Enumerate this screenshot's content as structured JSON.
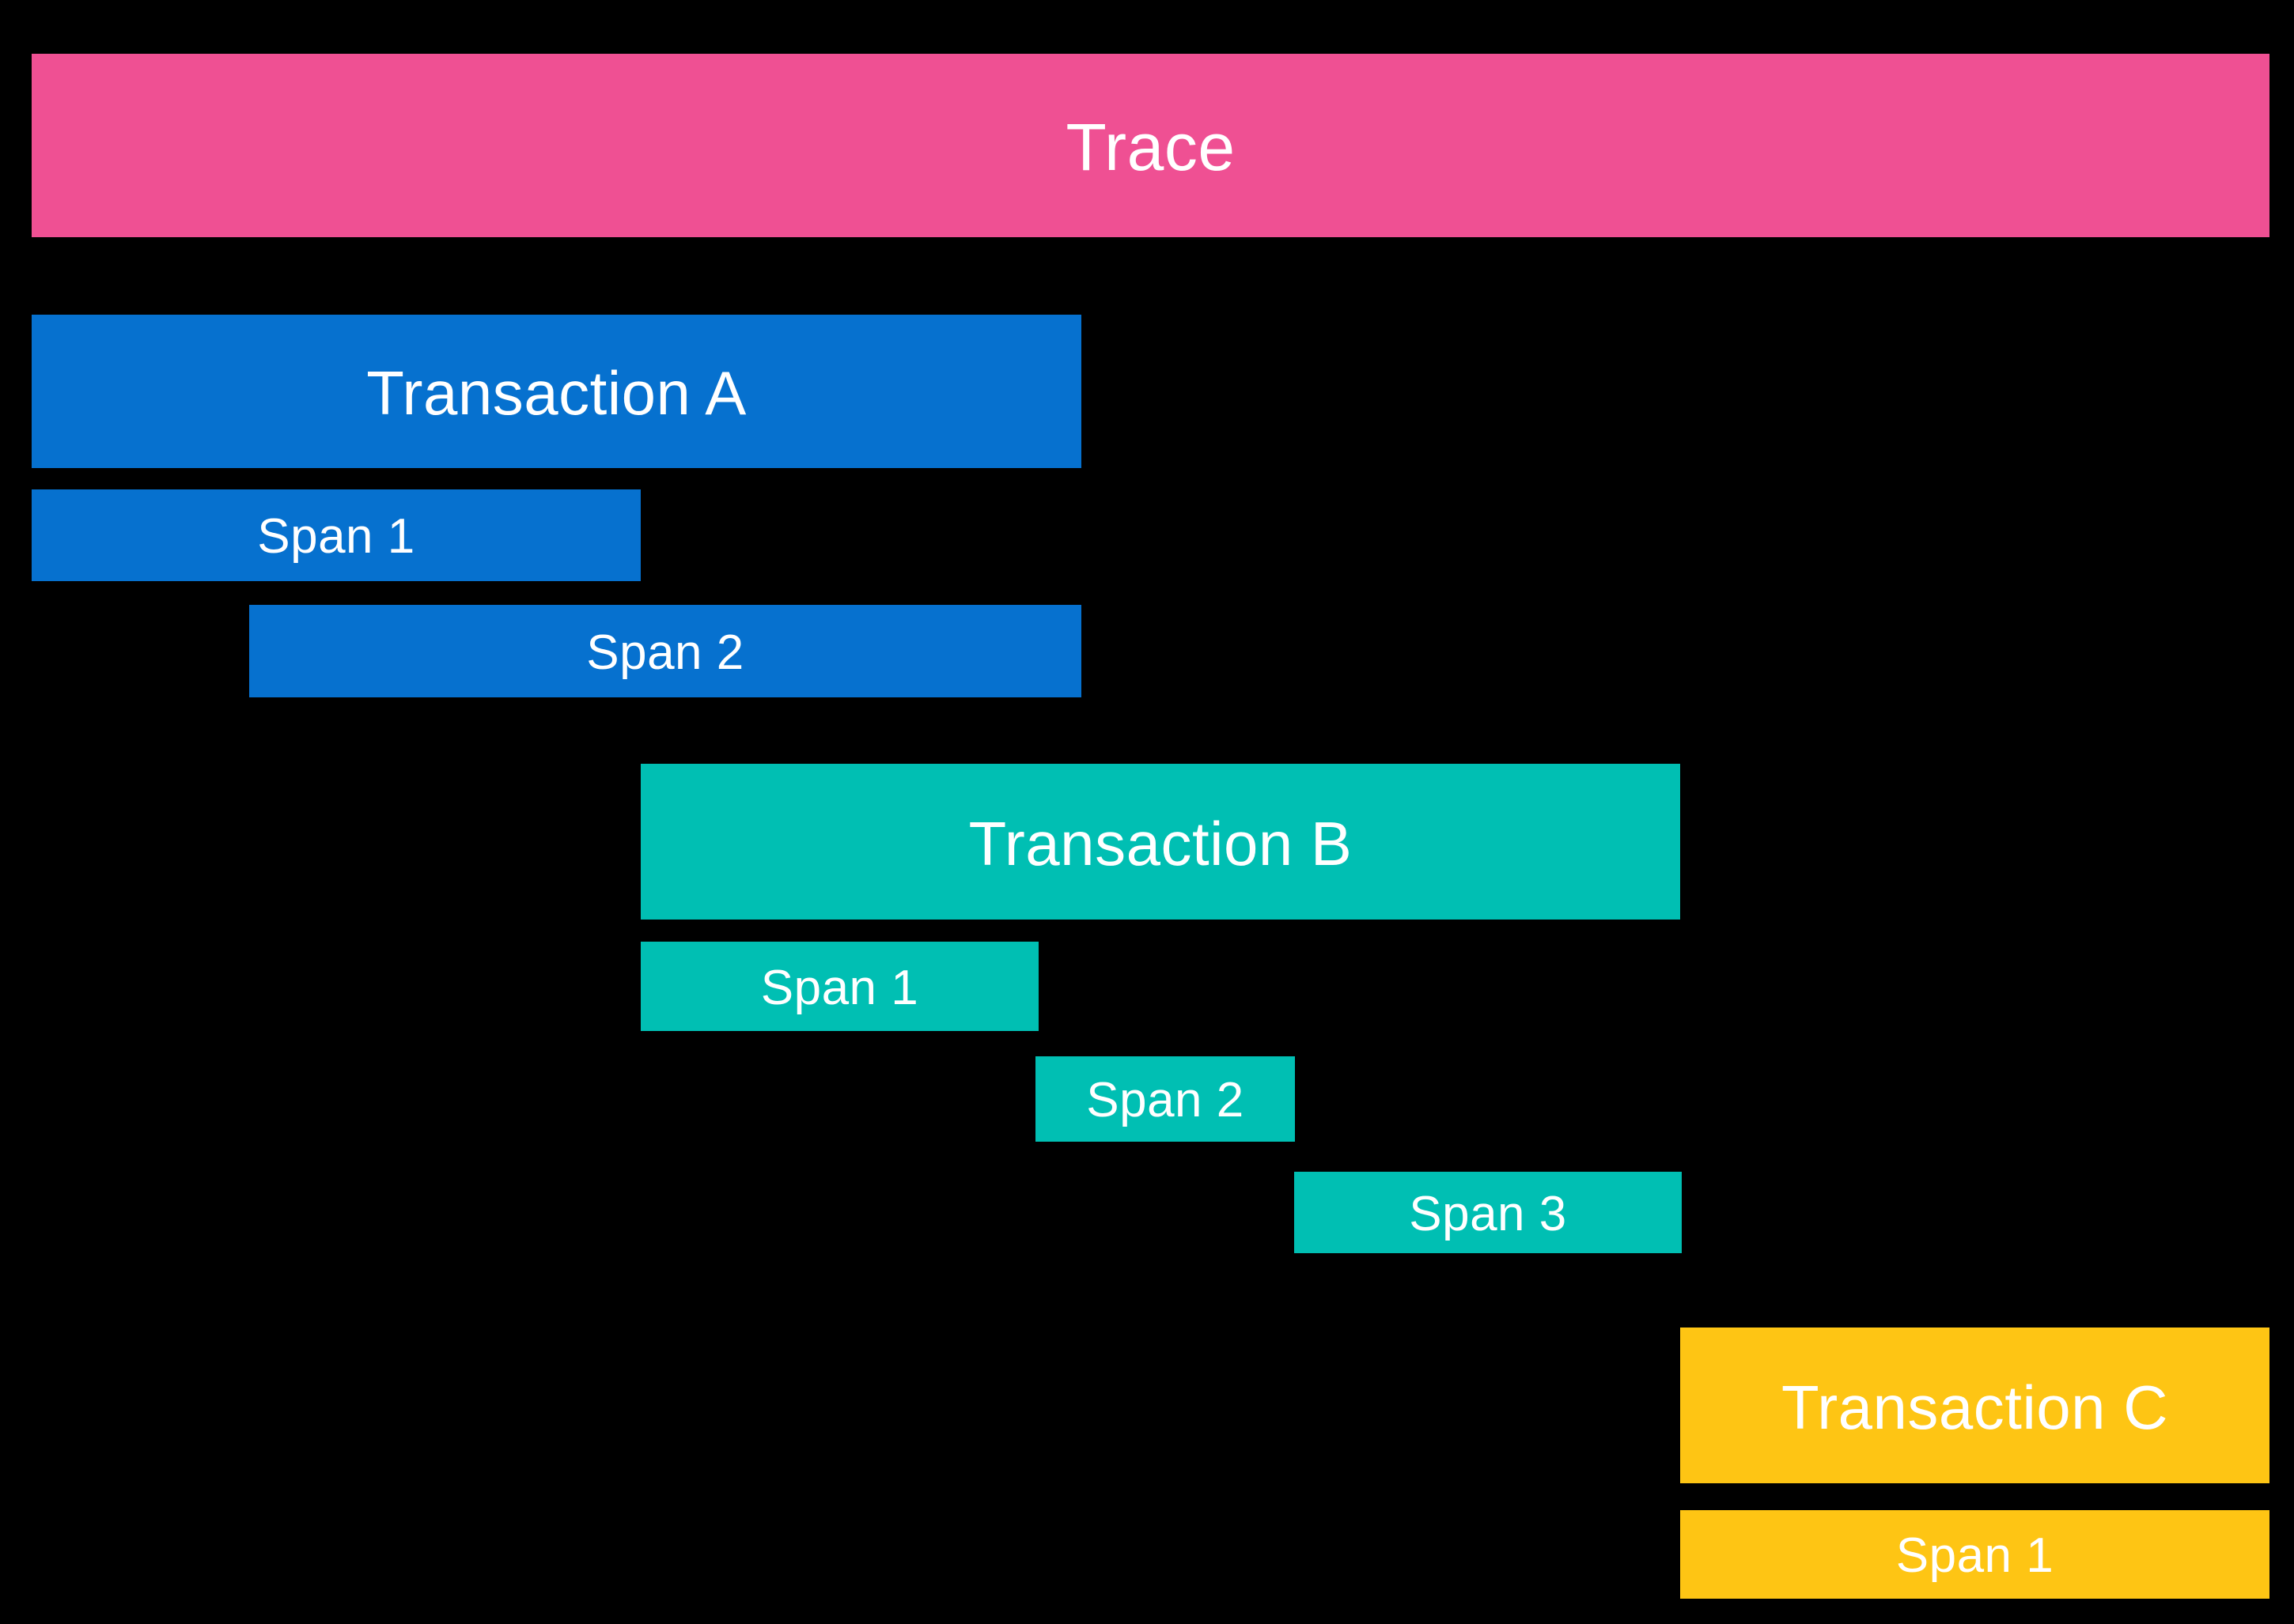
{
  "diagram": {
    "title": "Trace",
    "background_color": "#000000",
    "label_color": "#ffffff",
    "colors": {
      "trace": "#ef5093",
      "transaction_a": "#0671cf",
      "transaction_b": "#00bfb3",
      "transaction_c": "#fec514"
    }
  },
  "trace": {
    "label": "Trace"
  },
  "transactions": [
    {
      "label": "Transaction A",
      "color": "#0671cf",
      "spans": [
        {
          "label": "Span 1"
        },
        {
          "label": "Span 2"
        }
      ]
    },
    {
      "label": "Transaction B",
      "color": "#00bfb3",
      "spans": [
        {
          "label": "Span 1"
        },
        {
          "label": "Span 2"
        },
        {
          "label": "Span 3"
        }
      ]
    },
    {
      "label": "Transaction C",
      "color": "#fec514",
      "spans": [
        {
          "label": "Span 1"
        }
      ]
    }
  ]
}
